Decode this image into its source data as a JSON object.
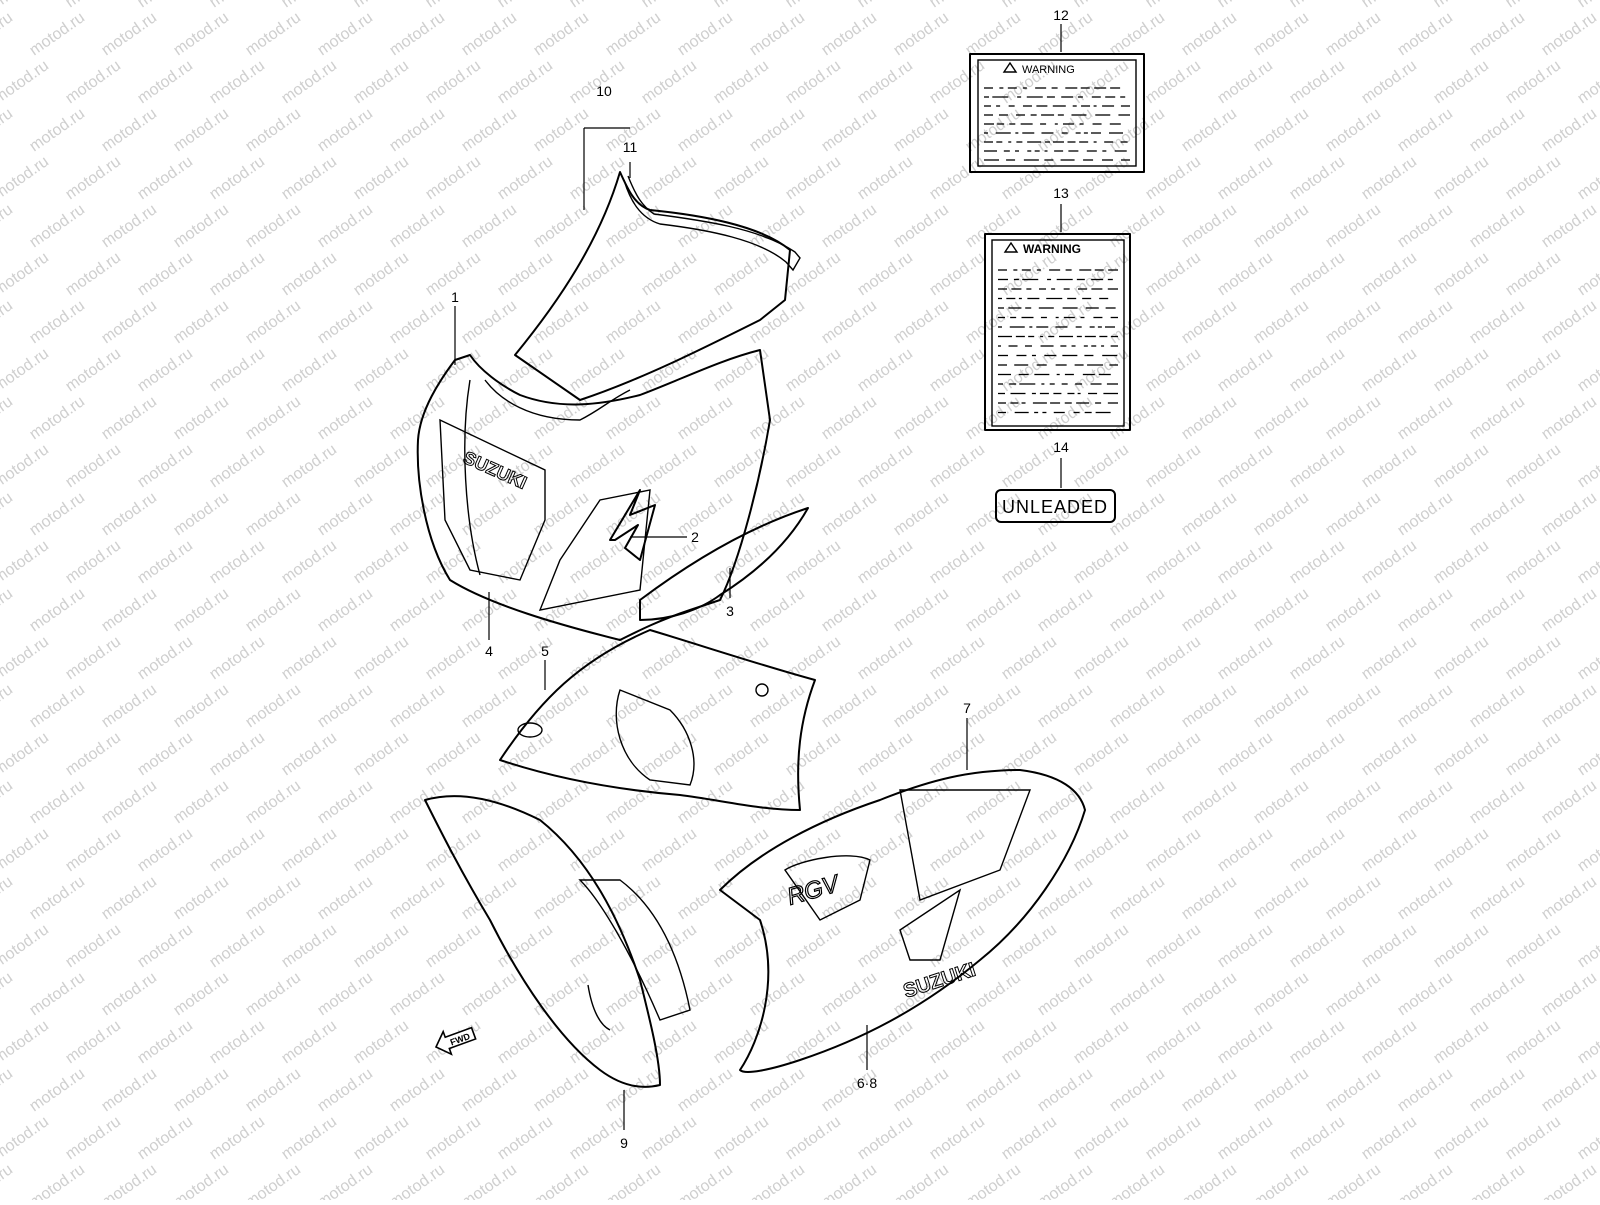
{
  "watermark": {
    "text": "motod.ru"
  },
  "labels": {
    "warning_12_title": "WARNING",
    "warning_13_title": "WARNING",
    "unleaded": "UNLEADED",
    "brand_upper": "SUZUKI",
    "brand_lower": "SUZUKI",
    "model_logo": "RGV",
    "fwd": "FWD"
  },
  "callouts": {
    "c1": "1",
    "c2": "2",
    "c3": "3",
    "c4": "4",
    "c5": "5",
    "c68": "6·8",
    "c7": "7",
    "c9": "9",
    "c10": "10",
    "c11": "11",
    "c12": "12",
    "c13": "13",
    "c14": "14"
  }
}
